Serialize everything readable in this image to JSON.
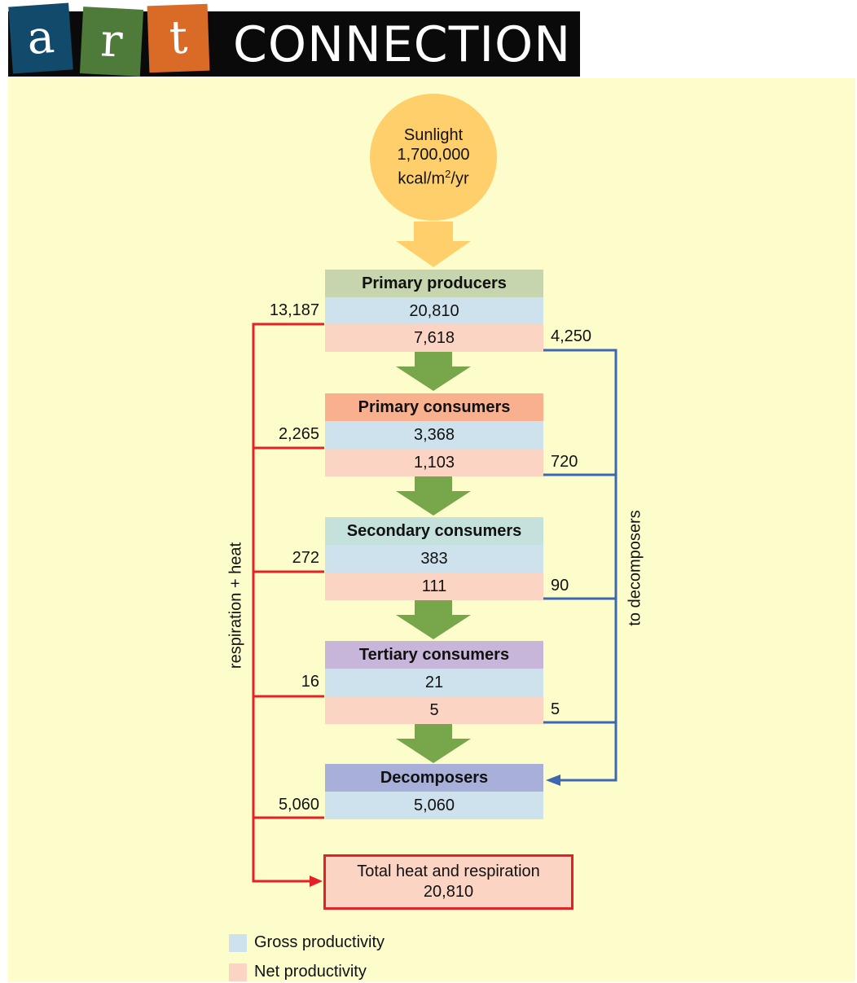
{
  "banner": {
    "letters": [
      "a",
      "r",
      "t"
    ],
    "word": "CONNECTION"
  },
  "sun": {
    "line1": "Sunlight",
    "line2": "1,700,000",
    "unit_prefix": "kcal/m",
    "unit_exp": "2",
    "unit_suffix": "/yr"
  },
  "levels": [
    {
      "name": "Primary producers",
      "header_color": "#c7d5ae",
      "gross": "20,810",
      "net": "7,618",
      "respiration": "13,187",
      "to_decomposers": "4,250"
    },
    {
      "name": "Primary consumers",
      "header_color": "#f9b08e",
      "gross": "3,368",
      "net": "1,103",
      "respiration": "2,265",
      "to_decomposers": "720"
    },
    {
      "name": "Secondary consumers",
      "header_color": "#c4e2db",
      "gross": "383",
      "net": "111",
      "respiration": "272",
      "to_decomposers": "90"
    },
    {
      "name": "Tertiary consumers",
      "header_color": "#c7b6da",
      "gross": "21",
      "net": "5",
      "respiration": "16",
      "to_decomposers": "5"
    },
    {
      "name": "Decomposers",
      "header_color": "#a8afd9",
      "gross": "5,060",
      "respiration": "5,060"
    }
  ],
  "total": {
    "label": "Total heat and respiration",
    "value": "20,810"
  },
  "side_labels": {
    "left": "respiration + heat",
    "right": "to decomposers"
  },
  "legend": [
    {
      "label": "Gross productivity",
      "color": "#cde2ec"
    },
    {
      "label": "Net productivity",
      "color": "#fbd4c4"
    }
  ],
  "colors": {
    "respiration_line": "#e32126",
    "decomposer_line": "#3d67b1",
    "flow_arrow": "#78a64a",
    "sun_arrow": "#fecf6a"
  }
}
